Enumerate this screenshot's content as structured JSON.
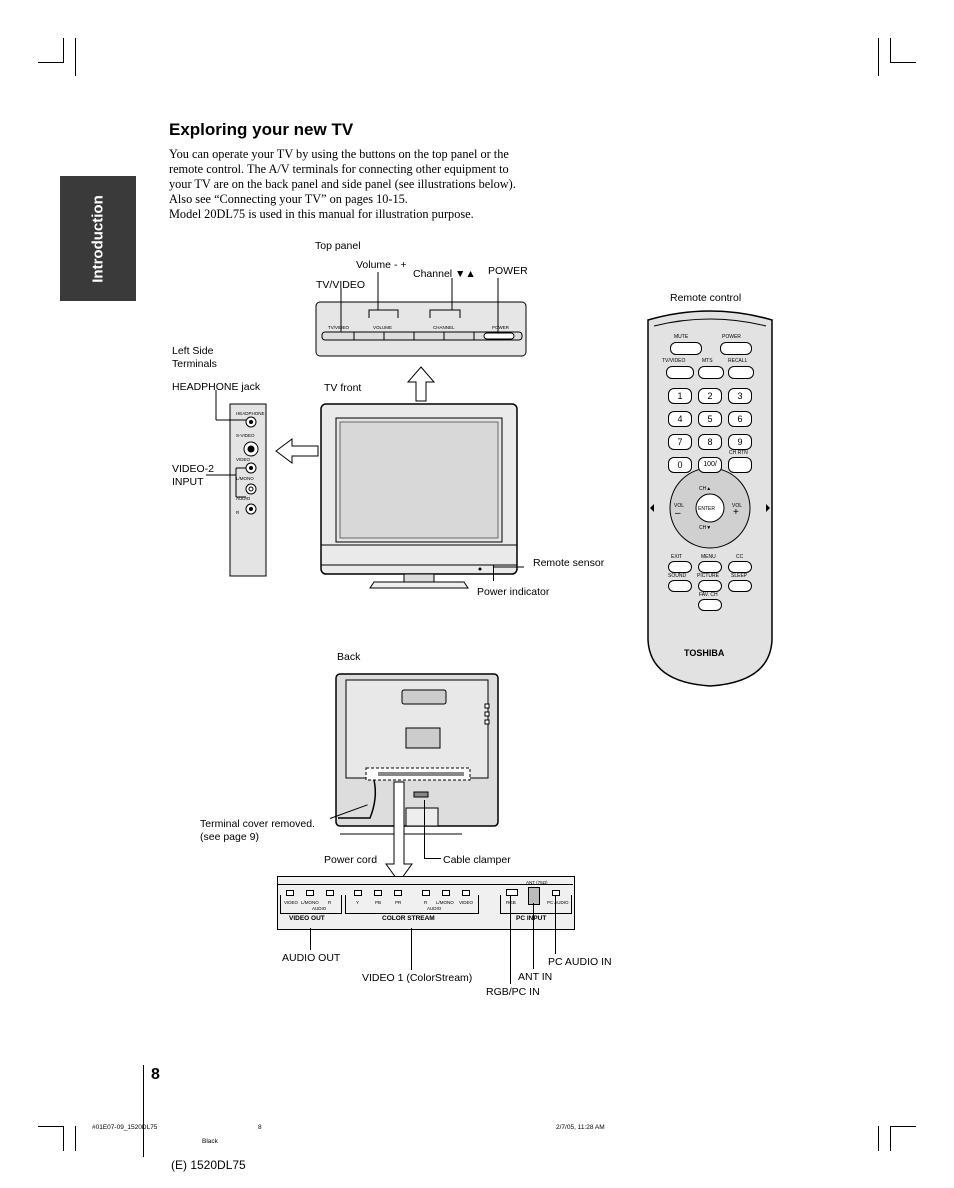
{
  "section_tab": "Introduction",
  "title": "Exploring your new TV",
  "intro_lines": [
    "You can operate your TV by using the buttons on the top panel or the",
    "remote control. The A/V terminals for connecting other equipment to",
    "your TV are on the back panel and side panel (see illustrations below).",
    "Also see “Connecting your TV” on pages 10-15.",
    "Model 20DL75 is used in this manual for illustration purpose."
  ],
  "top_panel": {
    "title": "Top panel",
    "labels": {
      "tv_video": "TV/VIDEO",
      "volume": "Volume - +",
      "channel": "Channel ▼▲",
      "power": "POWER"
    },
    "silk": {
      "tv_video": "TV/VIDEO",
      "volume": "VOLUME",
      "channel": "CHANNEL",
      "power": "POWER"
    }
  },
  "tv_front": {
    "title": "TV front",
    "remote_sensor": "Remote sensor",
    "power_indicator": "Power indicator"
  },
  "left_side": {
    "title_line1": "Left Side",
    "title_line2": "Terminals",
    "headphone": "HEADPHONE jack",
    "video2_line1": "VIDEO-2",
    "video2_line2": "INPUT",
    "silk": {
      "headphone": "HEADPHONE",
      "svideo": "S-VIDEO",
      "video": "VIDEO",
      "lmono": "L/MONO",
      "audio": "AUDIO",
      "r": "R"
    }
  },
  "remote": {
    "title": "Remote control",
    "row1": [
      "MUTE",
      "POWER"
    ],
    "row2": [
      "TV/VIDEO",
      "MTS",
      "RECALL"
    ],
    "digits": [
      "1",
      "2",
      "3",
      "4",
      "5",
      "6",
      "7",
      "8",
      "9",
      "0",
      "100/"
    ],
    "ch_rtn": "CH RTN",
    "ch_up": "CH▲",
    "ch_down": "CH▼",
    "vol_minus": "VOL",
    "vol_plus": "VOL",
    "enter": "ENTER",
    "row5": [
      "EXIT",
      "MENU",
      "CC"
    ],
    "row6": [
      "SOUND",
      "PICTURE",
      "SLEEP"
    ],
    "fav": "FAV. CH",
    "brand": "TOSHIBA"
  },
  "back": {
    "title": "Back",
    "terminal_cover_line1": "Terminal cover removed.",
    "terminal_cover_line2": "(see page 9)",
    "power_cord": "Power cord",
    "cable_clamper": "Cable clamper"
  },
  "terminal_strip": {
    "jacks": [
      "VIDEO",
      "L/MONO",
      "R",
      "Y",
      "PB",
      "PR",
      "R",
      "L/MONO",
      "VIDEO",
      "RGB",
      "PC AUDIO"
    ],
    "audio_tags": [
      "AUDIO",
      "AUDIO"
    ],
    "ant": "ANT (75Ω)",
    "groups": [
      "VIDEO OUT",
      "COLOR STREAM",
      "PC INPUT"
    ],
    "callouts": {
      "audio_out": "AUDIO OUT",
      "video1": "VIDEO 1 (ColorStream)",
      "ant_in": "ANT IN",
      "rgb_pc_in": "RGB/PC IN",
      "pc_audio_in": "PC AUDIO IN"
    }
  },
  "page_number": "8",
  "footer": {
    "file": "#01E07-09_1520DL75",
    "page": "8",
    "timestamp": "2/7/05, 11:28 AM",
    "color": "Black",
    "model": "(E) 1520DL75"
  }
}
